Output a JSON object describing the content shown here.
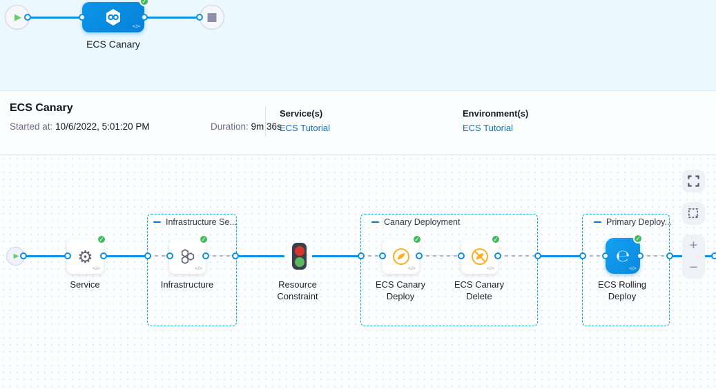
{
  "minimap": {
    "stage_label": "ECS Canary"
  },
  "header": {
    "title": "ECS Canary",
    "started_label": "Started at:",
    "started_value": "10/6/2022, 5:01:20 PM",
    "duration_label": "Duration:",
    "duration_value": "9m 36s",
    "services_label": "Service(s)",
    "services_link": "ECS Tutorial",
    "environments_label": "Environment(s)",
    "environments_link": "ECS Tutorial"
  },
  "canvas": {
    "groups": [
      {
        "label": "Infrastructure Se..."
      },
      {
        "label": "Canary Deployment"
      },
      {
        "label": "Primary Deploy..."
      }
    ],
    "nodes": [
      {
        "id": "service",
        "label": "Service",
        "icon": "gear-icon",
        "status": "success"
      },
      {
        "id": "infrastructure",
        "label": "Infrastructure",
        "icon": "hexagons-icon",
        "status": "success"
      },
      {
        "id": "resource-constraint",
        "label": "Resource Constraint",
        "icon": "traffic-light-icon",
        "status": "running"
      },
      {
        "id": "ecs-canary-deploy",
        "label": "ECS Canary Deploy",
        "icon": "canary-icon",
        "status": "success"
      },
      {
        "id": "ecs-canary-delete",
        "label": "ECS Canary Delete",
        "icon": "canary-slash-icon",
        "status": "success"
      },
      {
        "id": "ecs-rolling-deploy",
        "label": "ECS Rolling Deploy",
        "icon": "ecs-logo-icon",
        "status": "success"
      }
    ]
  },
  "icons": {
    "play": "▶",
    "stop": "■",
    "gear": "⚙",
    "infinity": "∞",
    "check": "✓",
    "ecs_logo": "℮",
    "code": "</>",
    "zoom_in": "+",
    "zoom_out": "−"
  },
  "colors": {
    "accent_blue": "#0b90e5",
    "link_blue": "#0278d5",
    "success_green": "#3eba5c",
    "canary_yellow": "#fdb021",
    "topbar_bg": "#ebf8fe"
  }
}
